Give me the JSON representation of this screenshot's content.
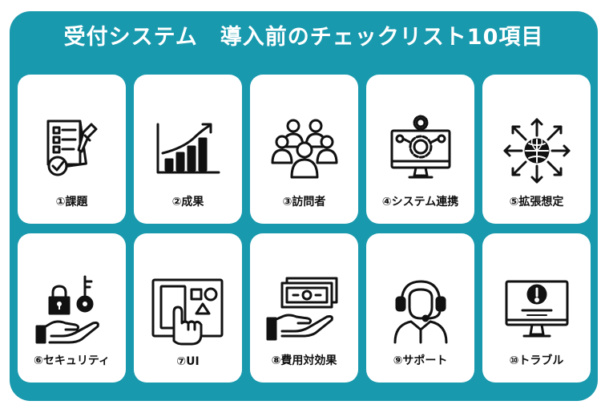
{
  "title": "受付システム　導入前のチェックリスト10項目",
  "colors": {
    "panel": "#1999ad",
    "card": "#ffffff",
    "icon": "#111111"
  },
  "cards": [
    {
      "label": "①課題",
      "icon": "clipboard-checklist-icon"
    },
    {
      "label": "②成果",
      "icon": "growth-chart-icon"
    },
    {
      "label": "③訪問者",
      "icon": "people-group-icon"
    },
    {
      "label": "④システム連携",
      "icon": "monitor-gears-icon"
    },
    {
      "label": "⑤拡張想定",
      "icon": "globe-expand-icon"
    },
    {
      "label": "⑥セキュリティ",
      "icon": "lock-key-hand-icon"
    },
    {
      "label": "⑦UI",
      "icon": "touch-screen-icon"
    },
    {
      "label": "⑧費用対効果",
      "icon": "money-hand-icon"
    },
    {
      "label": "⑨サポート",
      "icon": "headset-operator-icon"
    },
    {
      "label": "⑩トラブル",
      "icon": "monitor-alert-icon"
    }
  ]
}
